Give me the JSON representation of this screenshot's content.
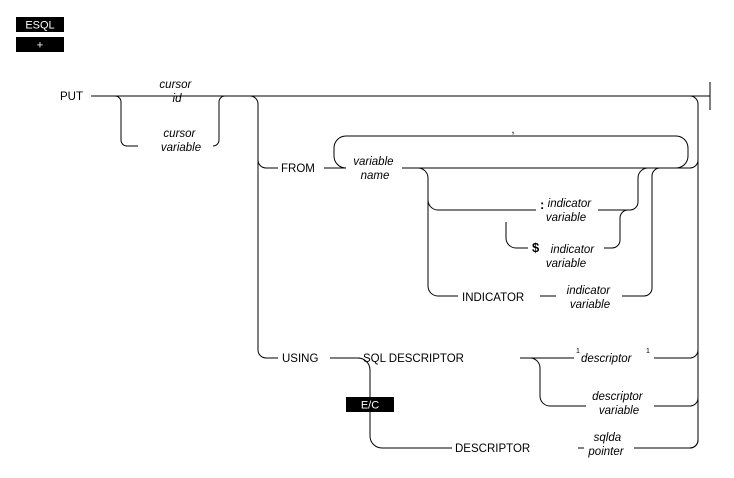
{
  "badges": {
    "esql": "ESQL",
    "plus": "+",
    "ec": "E/C"
  },
  "keywords": {
    "put": "PUT",
    "from": "FROM",
    "indicator": "INDICATOR",
    "using": "USING",
    "sql_descriptor": "SQL DESCRIPTOR",
    "descriptor": "DESCRIPTOR"
  },
  "symbols": {
    "comma": ",",
    "colon": ":",
    "dollar": "$",
    "footnote": "1"
  },
  "terms": {
    "cursor_id": [
      "cursor",
      "id"
    ],
    "cursor_variable": [
      "cursor",
      "variable"
    ],
    "variable_name": [
      "variable",
      "name"
    ],
    "colon_indicator": [
      "indicator",
      "variable"
    ],
    "dollar_indicator": [
      "indicator",
      "variable"
    ],
    "indicator_variable": [
      "indicator",
      "variable"
    ],
    "descriptor": "descriptor",
    "descriptor_variable": [
      "descriptor",
      "variable"
    ],
    "sqlda_pointer": [
      "sqlda",
      "pointer"
    ]
  }
}
